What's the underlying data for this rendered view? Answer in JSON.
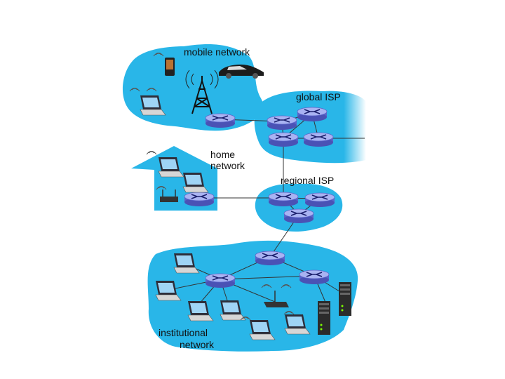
{
  "labels": {
    "mobile_network": "mobile network",
    "global_isp": "global ISP",
    "home_network_line1": "home",
    "home_network_line2": "network",
    "regional_isp": "regional ISP",
    "institutional_line1": "institutional",
    "institutional_line2": "network"
  },
  "colors": {
    "cloud": "#29b6e8",
    "router_top": "#a9b3f2",
    "router_side": "#5b64c9",
    "link": "#333333"
  },
  "icons": {
    "router": "router-icon",
    "laptop": "laptop-icon",
    "phone": "smartphone-icon",
    "car": "car-icon",
    "tower": "cell-tower-icon",
    "server": "server-icon",
    "wifi_ap": "wireless-access-point-icon",
    "signal": "wireless-signal-icon"
  }
}
